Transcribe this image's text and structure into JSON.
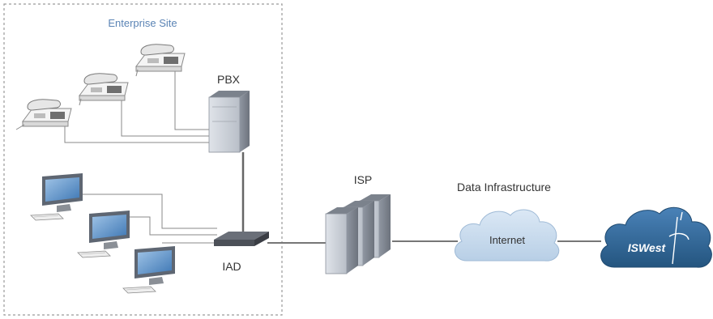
{
  "enterprise_site": {
    "label": "Enterprise Site"
  },
  "pbx": {
    "label": "PBX"
  },
  "iad": {
    "label": "IAD"
  },
  "isp": {
    "label": "ISP"
  },
  "data_infrastructure": {
    "label": "Data Infrastructure"
  },
  "internet_cloud": {
    "label": "Internet"
  },
  "iswest_cloud": {
    "label": "ISWest"
  },
  "colors": {
    "boundary": "#9a9a9a",
    "link": "#8a8a8a",
    "server": "#c9ced6",
    "cloud_internet": "#c9dcee",
    "cloud_iswest": "#3a6ea0",
    "site_label": "#5b84b5"
  }
}
